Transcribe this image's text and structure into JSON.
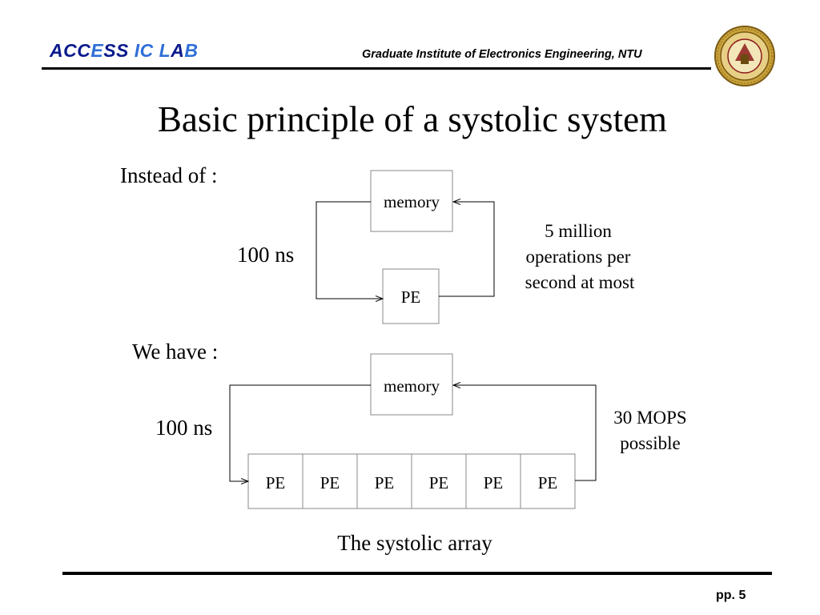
{
  "header": {
    "lab_name_dark_1": "ACC",
    "lab_name_light_1": "E",
    "lab_name_dark_2": "SS ",
    "lab_name_light_2": "IC L",
    "lab_name_dark_3": "A",
    "lab_name_light_3": "B",
    "institute": "Graduate Institute of Electronics Engineering, NTU",
    "seal_icon": "university-seal-icon"
  },
  "title": "Basic principle of a systolic system",
  "diagram": {
    "top_section": {
      "heading": "Instead of :",
      "memory_label": "memory",
      "pe_label": "PE",
      "latency_label": "100 ns",
      "throughput_lines": [
        "5 million",
        "operations per",
        "second at most"
      ]
    },
    "bottom_section": {
      "heading": "We have :",
      "memory_label": "memory",
      "pe_labels": [
        "PE",
        "PE",
        "PE",
        "PE",
        "PE",
        "PE"
      ],
      "latency_label": "100 ns",
      "throughput_lines": [
        "30 MOPS",
        "possible"
      ],
      "caption": "The systolic array"
    }
  },
  "footer": {
    "page_number": "pp. 5"
  },
  "colors": {
    "lab_dark": "#0a1a8c",
    "lab_light": "#2f6fd6",
    "box_border": "#888888",
    "rule": "#000000"
  }
}
